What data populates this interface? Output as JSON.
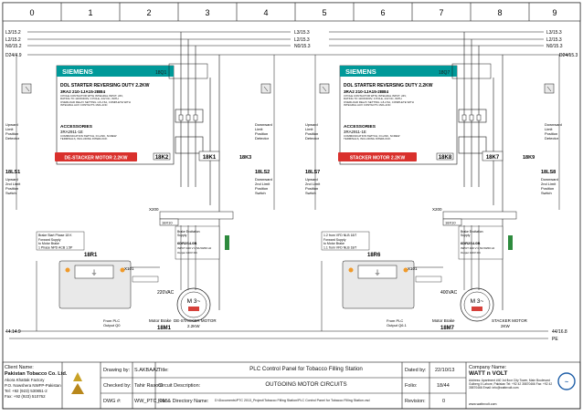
{
  "grid": {
    "columns": [
      "0",
      "1",
      "2",
      "3",
      "4",
      "5",
      "6",
      "7",
      "8",
      "9"
    ]
  },
  "rails": {
    "left": [
      "L3/15.2",
      "L2/15.2",
      "N0/15.2",
      "D24/4.9"
    ],
    "right_top": [
      "L3/15.3",
      "L2/15.3",
      "N0/15.3",
      "D24/15.3"
    ],
    "right_mid": [
      "L3/15.3",
      "L2/15.3",
      "N0/15.3"
    ],
    "bottom_left": "44.14.9",
    "bottom_right_1": "44/16.8",
    "bottom_right_2": "PE"
  },
  "drawing_left": {
    "brand": "SIEMENS",
    "starter_title": "DOL STARTER REVERSING DUTY 2.2KW",
    "starter_part": "3RA2 210-1JA15-2BB4",
    "starter_notes": "3 POLE CONTACTOR WITH INTEGRAL INPUT, 24V, RATING TO 11KW/400V, 3 POLE, 24V DC, WITH OVERLOAD RELAY SETTING 1.8-2.5A, COMPLETE WITH INTEGRAL AUX CONTACTS 1NO+1NC",
    "accessories_label": "ACCESSORIES",
    "accessories_part": "3RA2911-1E",
    "accessories_notes": "COMMUNICATION SWITCH, IO-LINK, SCREW TERMINALS, INCLUDING INTERLOCK",
    "motor_label": "DE-STACKER MOTOR 2.2KW",
    "ref_q": "18Q1",
    "ref_k1": "18K1",
    "ref_k2": "18K2",
    "ref_k3": "18K3",
    "ref_s1": "18LS1",
    "ref_s2": "18LS2",
    "ref_relay": "18R1",
    "ref_brake": "18M1",
    "ref_motor_name": "DE-STACKER MOTOR",
    "ref_motor_kw": "2.2KW",
    "motor_symbol": "M 3~",
    "brake_label": "Motor Brake",
    "voltage": "220VAC",
    "from_plc": "From PLC",
    "from_plc2": "Output Q0",
    "s_left_1": "Upward",
    "s_left_2": "Limit",
    "s_left_3": "Position",
    "s_left_4": "Detector",
    "s_right_1": "Downward",
    "s_right_2": "Limit",
    "s_right_3": "Position",
    "s_right_4": "Detector",
    "s_low_left_1": "Upward",
    "s_low_left_2": "2nd Limit",
    "s_low_left_3": "Position",
    "s_low_left_4": "Switch",
    "s_low_right_1": "Downward",
    "s_low_right_2": "2nd Limit",
    "s_low_right_3": "Position",
    "s_low_right_4": "Switch",
    "relay_note_1": "Brake Start Phase 18 K",
    "relay_note_2": "Forward Supply",
    "relay_note_3": "to Motor Brake",
    "relay_note_4": "1 Phase NPD ACB 1.5P",
    "terminal": "X200",
    "plug": "18X10",
    "plug_text_1": "Brake Excitation",
    "plug_text_2": "Supply",
    "plug_text_3": "6DR2S4.0B",
    "plug_text_4": "INPUT 400 V 0,5A 50/60 Hz",
    "plug_text_5": "Output 160V DC",
    "x101": "X101",
    "brake_rect": "18M1B"
  },
  "drawing_right": {
    "brand": "SIEMENS",
    "starter_title": "DOL STARTER REVERSING DUTY 2.2KW",
    "starter_part": "3RA2 210-1JA15-2BB4",
    "starter_notes": "3 POLE CONTACTOR WITH INTEGRAL INPUT, 24V, RATING TO 11KW/400V, 3 POLE, 24V DC, WITH OVERLOAD RELAY SETTING 1.8-2.5A, COMPLETE WITH INTEGRAL AUX CONTACTS 1NO+1NC",
    "accessories_label": "ACCESSORIES",
    "accessories_part": "3RA2911-1E",
    "accessories_notes": "COMMUNICATION SWITCH, IO-LINK, SCREW TERMINALS, INCLUDING INTERLOCK",
    "motor_label": "STACKER MOTOR 2.2KW",
    "ref_q": "18Q7",
    "ref_k1": "18K7",
    "ref_k2": "18K8",
    "ref_k3": "18K9",
    "ref_s1": "18LS7",
    "ref_s2": "18LS8",
    "ref_relay": "18R6",
    "ref_brake": "18M7",
    "ref_motor_name": "STACKER MOTOR",
    "ref_motor_kw": "2KW",
    "motor_symbol": "M 3~",
    "brake_label": "Motor Brake",
    "voltage": "400VAC",
    "from_plc": "From PLC",
    "from_plc2": "Output Q6.1",
    "s_left_1": "Upward",
    "s_left_2": "Limit",
    "s_left_3": "Position",
    "s_left_4": "Detector",
    "s_right_1": "Downward",
    "s_right_2": "Limit",
    "s_right_3": "Position",
    "s_right_4": "Detector",
    "s_low_left_1": "Upward",
    "s_low_left_2": "2nd Limit",
    "s_low_left_3": "Position",
    "s_low_left_4": "Switch",
    "s_low_right_1": "Downward",
    "s_low_right_2": "2nd Limit",
    "s_low_right_3": "Position",
    "s_low_right_4": "Switch",
    "relay_note_1": "1.2 from VFD NLB 18/7",
    "relay_note_2": "Forward Supply",
    "relay_note_3": "to Motor Brake",
    "relay_note_4": "1.1 from VFD NLB 18/7",
    "terminal": "X200",
    "plug": "18X10",
    "plug_text_1": "Brake Excitation",
    "plug_text_2": "Supply",
    "plug_text_3": "6DR2S4.0B",
    "plug_text_4": "INPUT 400 V 0,5A 50/60 Hz",
    "plug_text_5": "Output 160V DC",
    "x101": "X101",
    "brake_rect": "18M7B"
  },
  "title_block": {
    "client_label": "Client Name:",
    "client_name": "Pakistan Tobacco Co. Ltd.",
    "client_addr1": "Akora Khattak Factory",
    "client_addr2": "P.O. Nowshera NWFP-Pakistan",
    "client_tel": "Tel: +92 (923) 530851-2",
    "client_fax": "Fax: +92 (923) 510762",
    "drawn_by_label": "Drawing by:",
    "drawn_by": "S.AKBAAZ",
    "checked_by_label": "Checked by:",
    "checked_by": "Tahir Rasool",
    "dwg_label": "DWG #:",
    "dwg_no": "WW_PTC_065",
    "title_label": "Title:",
    "title": "PLC Control Panel for Tobacco Filling Station",
    "circuit_label": "Circuit Description:",
    "circuit": "OUTGOING MOTOR CIRCUITS",
    "file_label": "File & Directory Name:",
    "file": "D:\\Documents\\PTC 2013_Project\\Tobacco Filling Station\\PLC Control Panel for Tobacco Filling Station.vsd",
    "dated_label": "Dated by:",
    "dated": "22/10/13",
    "folio_label": "Folio:",
    "folio": "18/44",
    "revision_label": "Revision:",
    "revision": "0",
    "company_label": "Company Name:",
    "company": "WATT n VOLT",
    "company_addr": "Address: Apartment #40 1st floor City Tower, Main Boulevard Gulberg II Lahore, Pakistan Tel: +92 42 35870466 Fax: +92 42 35870466 Email: info@wattnvolt.com",
    "company_web": "www.wattnvolt.com"
  },
  "colors": {
    "ink": "#1a1a1a",
    "siemens_teal": "#009999",
    "motor_banner": "#d9302c",
    "brake_red": "#d6403a",
    "plug_green": "#2e8b3e",
    "accent_orange": "#f09a2a"
  }
}
